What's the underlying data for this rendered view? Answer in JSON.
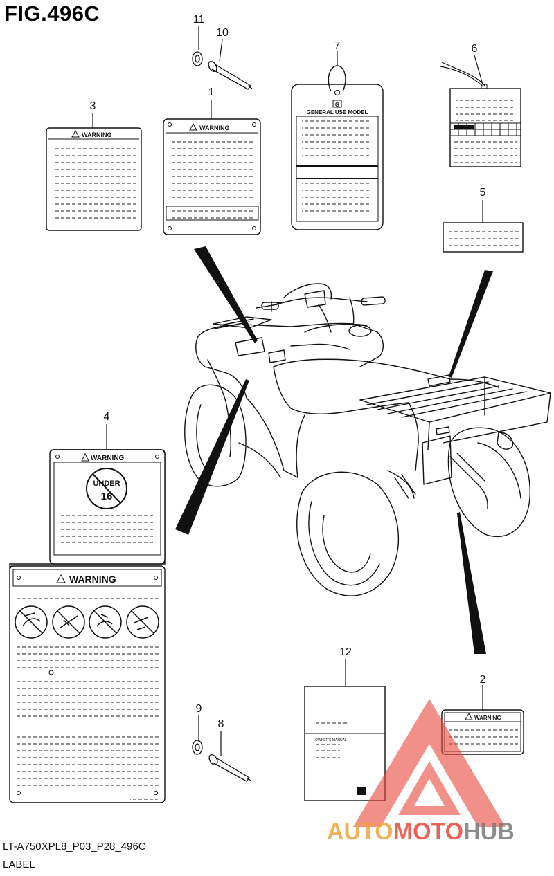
{
  "figure": {
    "title": "FIG.496C"
  },
  "footer": {
    "code": "LT-A750XPL8_P03_P28_496C",
    "name": "LABEL"
  },
  "callouts": [
    "1",
    "2",
    "3",
    "4",
    "5",
    "6",
    "7",
    "8",
    "9",
    "10",
    "11",
    "12"
  ],
  "label_texts": {
    "warning": "WARNING",
    "general_use_model": "GENERAL USE MODEL",
    "tag_letter": "G",
    "under": "UNDER",
    "age": "16",
    "owners_manual": "OWNER'S MANUAL"
  },
  "watermark": {
    "text_part1": "AUTO",
    "text_part2": "MOTO",
    "text_part3": "HUB",
    "color_red": "#e8473a",
    "color_orange": "#f0a43a",
    "color_grey": "#7a7a7a"
  }
}
